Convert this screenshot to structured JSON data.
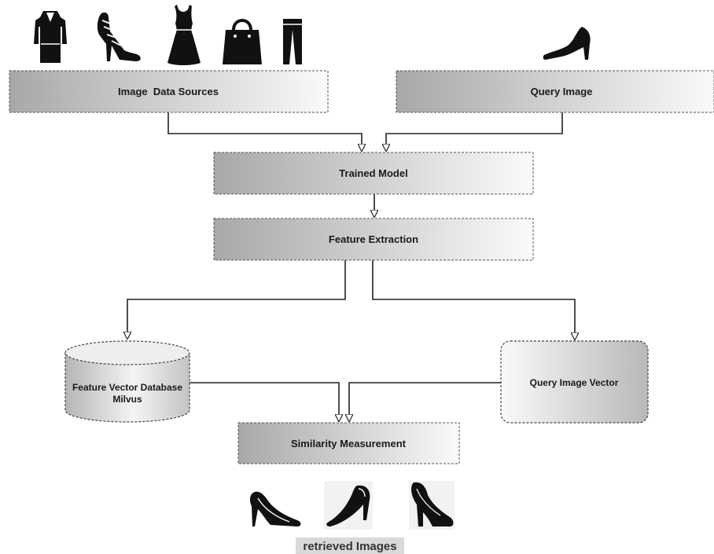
{
  "boxes": {
    "image_data_sources": "Image  Data Sources",
    "query_image": "Query Image",
    "trained_model": "Trained Model",
    "feature_extraction": "Feature Extraction",
    "database_line1": "Feature Vector Database",
    "database_line2": "Milvus",
    "query_image_vector": "Query Image Vector",
    "similarity_measurement": "Similarity Measurement"
  },
  "caption": "retrieved Images",
  "icons": {
    "data_sources": [
      "blazer-icon",
      "strappy-heel-icon",
      "dress-icon",
      "handbag-icon",
      "trousers-icon"
    ],
    "query": "high-heel-icon",
    "retrieved": [
      "stiletto-icon",
      "pump-icon",
      "platform-heel-icon"
    ]
  },
  "colors": {
    "box_gradient_dark": "#a8a8a8",
    "box_gradient_light": "#fafafa",
    "line": "#222222",
    "caption_bg": "#d9d9d9"
  }
}
